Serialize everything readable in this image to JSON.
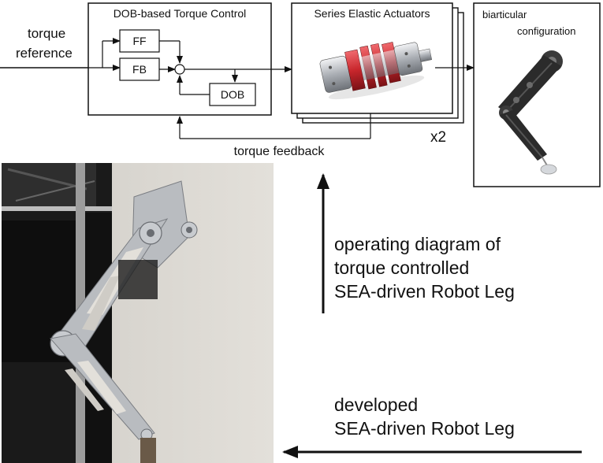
{
  "inputs": {
    "torque_reference_line1": "torque",
    "torque_reference_line2": "reference"
  },
  "dob_block": {
    "title": "DOB-based Torque Control",
    "ff_label": "FF",
    "fb_label": "FB",
    "dob_label": "DOB"
  },
  "sea_block": {
    "title": "Series Elastic Actuators",
    "multiplier": "x2"
  },
  "config_block": {
    "title_line1": "biarticular",
    "title_line2": "configuration"
  },
  "feedback": {
    "label": "torque feedback"
  },
  "captions": {
    "operating_line1": "operating diagram of",
    "operating_line2": "torque controlled",
    "operating_line3": "SEA-driven Robot Leg",
    "developed_line1": "developed",
    "developed_line2": "SEA-driven Robot Leg"
  },
  "colors": {
    "sea_red": "#c8262c",
    "actuator_metal": "#c9ccd1",
    "leg_dark": "#2b2b2b",
    "photo_wall": "#d8d5cf",
    "photo_frame": "#1a1a1a",
    "leg_aluminum": "#b9bcc0"
  }
}
